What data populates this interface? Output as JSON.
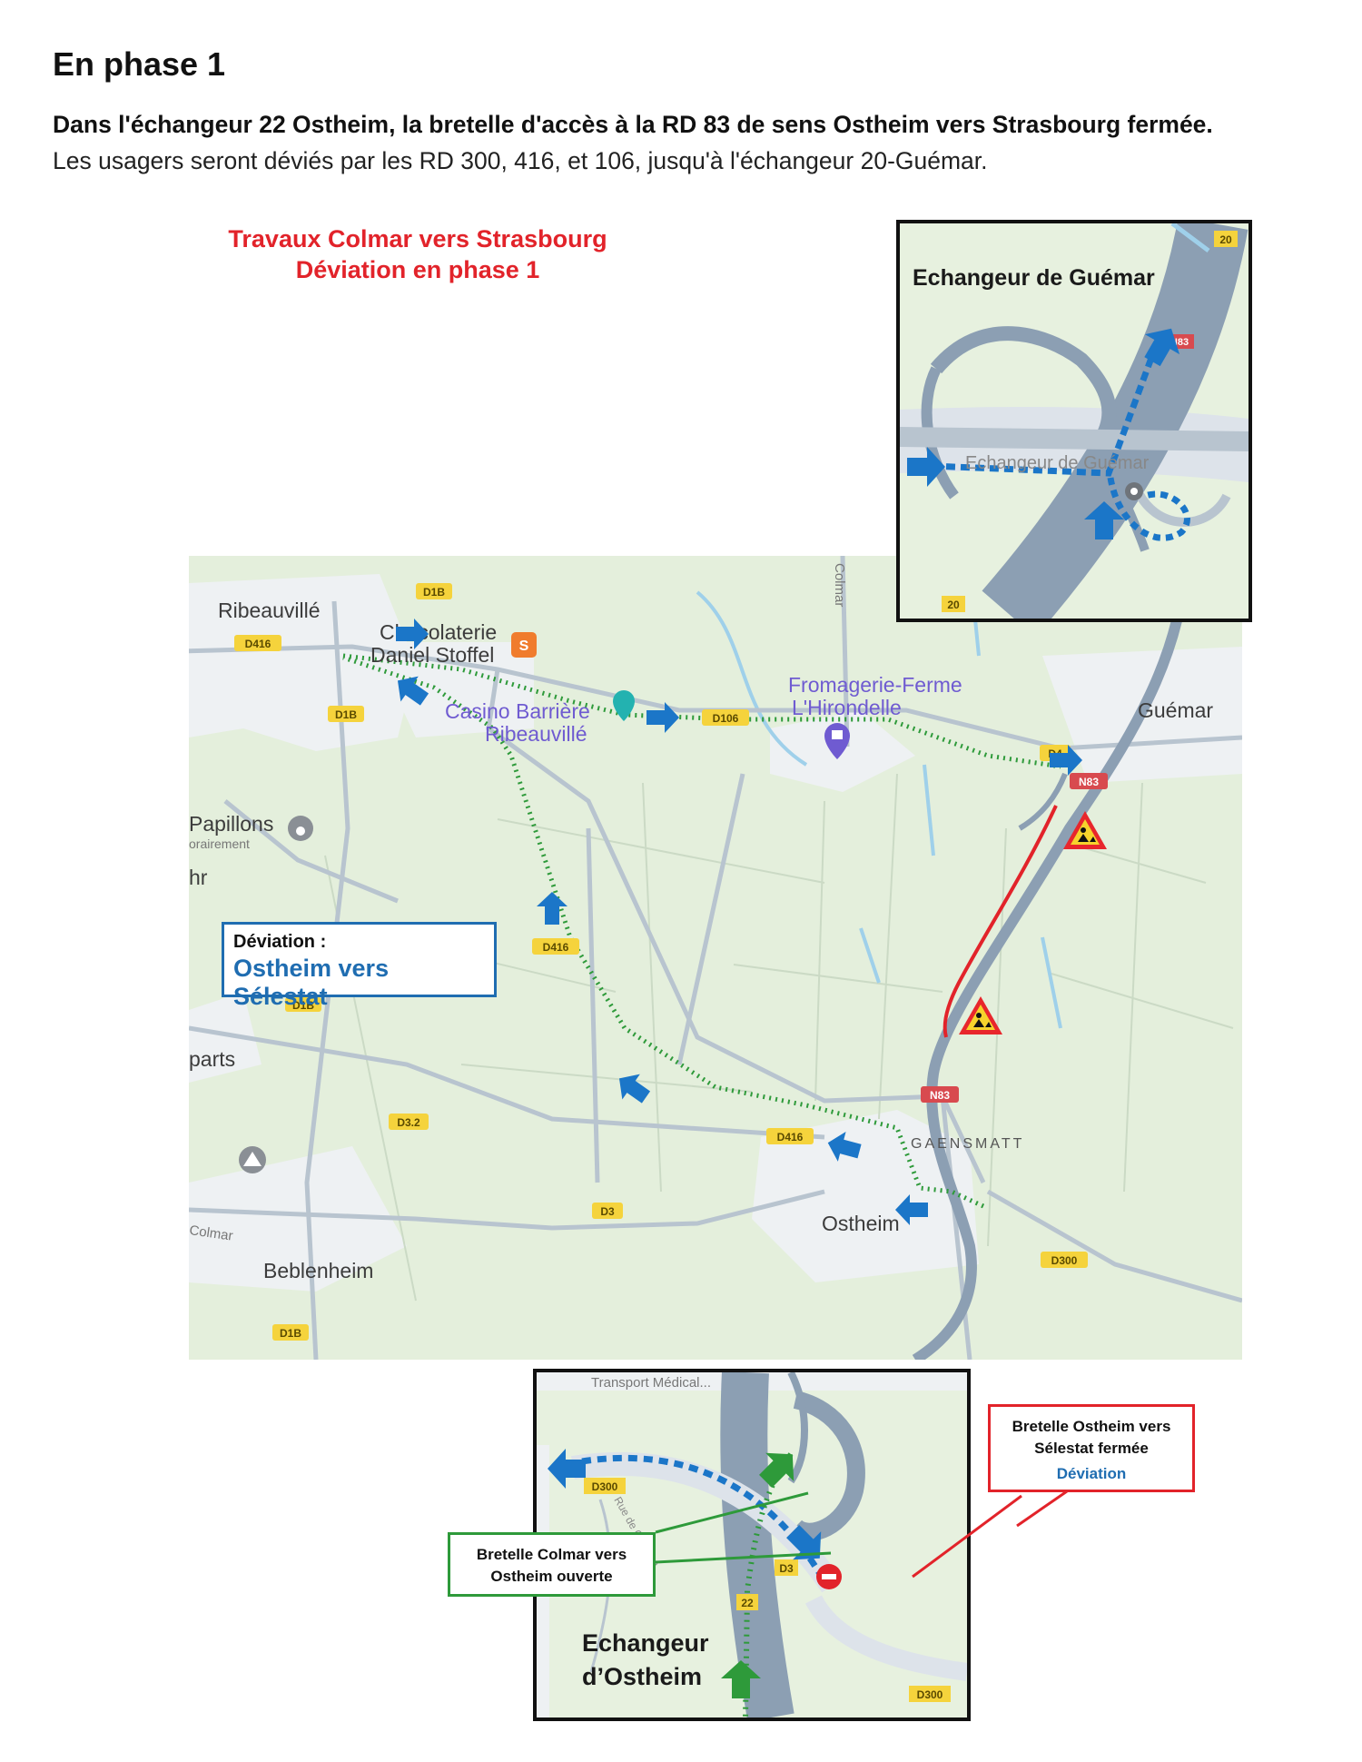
{
  "header": {
    "title": "En phase 1",
    "lead": "Dans l'échangeur 22 Ostheim, la bretelle d'accès à la RD 83 de sens Ostheim vers Strasbourg fermée.",
    "body": "Les usagers seront déviés par les RD 300, 416, et 106, jusqu'à l'échangeur 20-Guémar."
  },
  "map_title": {
    "line1": "Travaux Colmar vers Strasbourg",
    "line2": "Déviation en phase 1"
  },
  "legend_box": {
    "line1": "Déviation :",
    "line2": "Ostheim vers Sélestat"
  },
  "places": {
    "ribeauville": "Ribeauvillé",
    "chocolaterie_1": "Chocolaterie",
    "chocolaterie_2": "Daniel Stoffel",
    "casino_1": "Casino Barrière",
    "casino_2": "Ribeauvillé",
    "fromagerie_1": "Fromagerie-Ferme",
    "fromagerie_2": "L'Hirondelle",
    "guemar": "Guémar",
    "papillons_1": "Papillons",
    "papillons_2": "orairement",
    "hr": "hr",
    "parts": "parts",
    "gaensmatt": "GAENSMATT",
    "ostheim": "Ostheim",
    "colmar_road": "Colmar",
    "colmar_left": "Colmar",
    "beblenheim": "Beblenheim"
  },
  "road_labels": {
    "d1b_top": "D1B",
    "d416_rib": "D416",
    "d1b_left": "D1B",
    "d106": "D106",
    "d4_guemar": "D4",
    "n83_top": "N83",
    "d416_mid": "D416",
    "d1b_mid": "D1B",
    "d3_2": "D3.2",
    "n83_mid": "N83",
    "d416_low": "D416",
    "d3": "D3",
    "d300": "D300",
    "d1b_bottom": "D1B"
  },
  "inset_guemar": {
    "title": "Echangeur de Guémar",
    "map_label": "Echangeur de Guémar",
    "badge_top": "20",
    "badge_bottom": "20",
    "road": "N83"
  },
  "inset_ostheim": {
    "title_line1": "Echangeur",
    "title_line2": "d’Ostheim",
    "top_label": "Transport Médical...",
    "road_d300_top": "D300",
    "road_d300_bottom": "D300",
    "road_d3": "D3",
    "badge": "22",
    "street": "Rue de Ostheim"
  },
  "callout_closed": {
    "line1": "Bretelle Ostheim vers",
    "line2": "Sélestat fermée",
    "line3": "Déviation"
  },
  "callout_open": {
    "line1": "Bretelle Colmar vers",
    "line2": "Ostheim ouverte"
  },
  "colors": {
    "title_red": "#e2232a",
    "accent_blue": "#1f6db1",
    "arrow_blue": "#1b76c8",
    "route_green": "#2e9a3a",
    "map_bg": "#e4efdc",
    "highway": "#8c9fb3",
    "road_badge": "#f5d33c",
    "highway_badge": "#d84a4f"
  },
  "icons": [
    "roadwork-warning-icon",
    "no-entry-icon",
    "location-pin-icon",
    "shopping-bag-icon",
    "paw-icon",
    "camping-icon",
    "chocolaterie-pin-icon"
  ]
}
